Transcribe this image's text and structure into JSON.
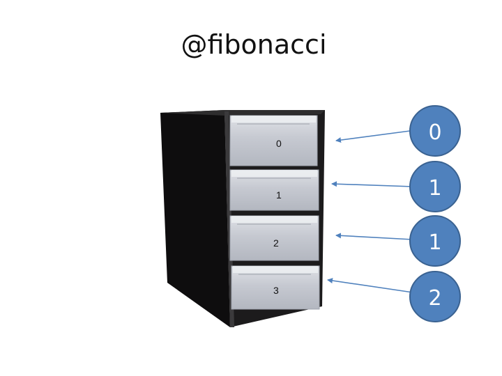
{
  "title": "@fibonacci",
  "drawers": [
    {
      "index_label": "0",
      "value": "0"
    },
    {
      "index_label": "1",
      "value": "1"
    },
    {
      "index_label": "2",
      "value": "1"
    },
    {
      "index_label": "3",
      "value": "2"
    }
  ],
  "colors": {
    "circle_fill": "#4f81bd",
    "circle_stroke": "#3a6291",
    "arrow": "#4f81bd",
    "cabinet": "#1b1a1b",
    "drawer": "#c9ccd3"
  }
}
